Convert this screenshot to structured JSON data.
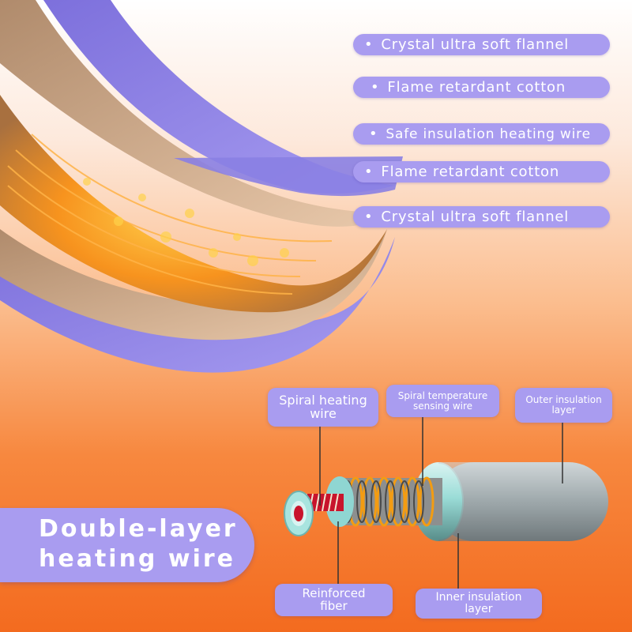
{
  "layers": [
    {
      "label": "Crystal ultra soft flannel"
    },
    {
      "label": "Flame retardant cotton"
    },
    {
      "label": "Safe insulation heating wire"
    },
    {
      "label": "Flame retardant cotton"
    },
    {
      "label": "Crystal ultra soft flannel"
    }
  ],
  "bullet": "•",
  "wire_labels": {
    "spiral_heating": {
      "line1": "Spiral heating",
      "line2": "wire"
    },
    "spiral_temperature": {
      "line1": "Spiral temperature",
      "line2": "sensing wire"
    },
    "outer_insulation": {
      "line1": "Outer insulation",
      "line2": "layer"
    },
    "reinforced_fiber": {
      "line1": "Reinforced",
      "line2": "fiber"
    },
    "inner_insulation": {
      "line1": "Inner insulation",
      "line2": "layer"
    }
  },
  "headline": {
    "line1": "Double-layer",
    "line2": "heating wire"
  },
  "colors": {
    "accent": "#a99cf0",
    "flannel": "#8f83e6",
    "cotton": "#c9a98a",
    "heating_glow": "#f7931e",
    "cable_outer": "#8fd6d2",
    "cable_core": "#c8142c"
  }
}
